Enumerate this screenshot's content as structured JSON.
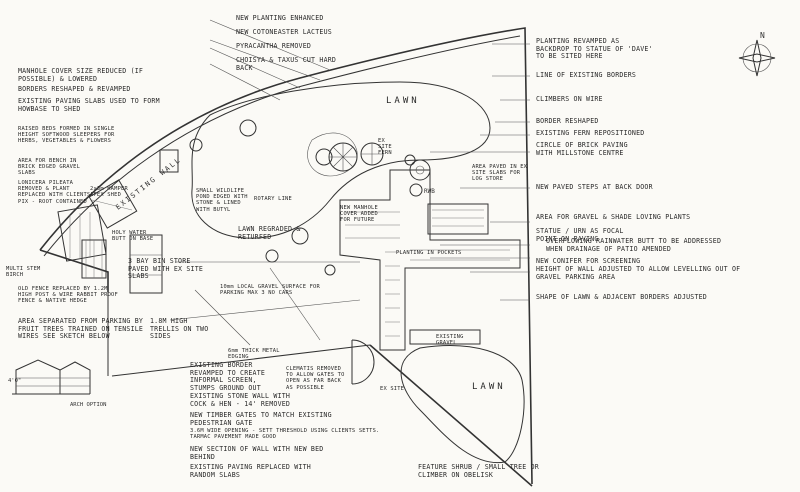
{
  "drawing": {
    "north": "N",
    "wall_label": "EXISTING WALL",
    "lawn_upper": "LAWN",
    "lawn_lower": "LAWN",
    "rwb": "RWB",
    "fence_mark": "4'0\"",
    "sketch_caption": "ARCH OPTION"
  },
  "left_notes": [
    "MANHOLE COVER SIZE REDUCED (IF POSSIBLE) & LOWERED",
    "BORDERS RESHAPED & REVAMPED",
    "EXISTING PAVING SLABS USED TO FORM HOWBASE TO SHED",
    "RAISED BEDS FORMED IN SINGLE HEIGHT SOFTWOOD SLEEPERS FOR HERBS, VEGETABLES & FLOWERS",
    "AREA FOR BENCH IN BRICK EDGED GRAVEL SLABS",
    "LONICERA PILEATA REMOVED & PLANT REPLACED WITH CLIENTS PIX - ROOT CONTAINED",
    "MULTI STEM BIRCH",
    "OLD FENCE REPLACED BY 1.2M HIGH POST & WIRE RABBIT PROOF FENCE & NATIVE HEDGE",
    "AREA SEPARATED FROM PARKING BY FRUIT TREES TRAINED ON TENSILE WIRES SEE SKETCH BELOW"
  ],
  "top_notes": [
    "NEW PLANTING ENHANCED",
    "NEW COTONEASTER LACTEUS",
    "PYRACANTHA REMOVED",
    "CHOISYA & TAXUS CUT HARD BACK"
  ],
  "right_notes": [
    "PLANTING REVAMPED AS BACKDROP TO STATUE OF 'DAVE' TO BE SITED HERE",
    "LINE OF EXISTING BORDERS",
    "CLIMBERS ON WIRE",
    "BORDER RESHAPED",
    "EXISTING FERN REPOSITIONED",
    "CIRCLE OF BRICK PAVING WITH MILLSTONE CENTRE",
    "AREA PAVED IN EX SITE SLABS FOR LOG STORE",
    "NEW PAVED STEPS AT BACK DOOR",
    "AREA FOR GRAVEL & SHADE LOVING PLANTS",
    "STATUE / URN AS FOCAL POINT ON PAVING",
    "OVERFLOWING RAINWATER BUTT TO BE ADDRESSED WHEN DRAINAGE OF PATIO AMENDED",
    "NEW CONIFER FOR SCREENING",
    "HEIGHT OF WALL ADJUSTED TO ALLOW LEVELLING OUT OF GRAVEL PARKING AREA",
    "SHAPE OF LAWN & ADJACENT BORDERS ADJUSTED",
    "EXISTING GRAVEL"
  ],
  "center_notes": [
    "SMALL WILDLIFE POND EDGED WITH STONE & LINED WITH BUTYL",
    "ROTARY LINE",
    "LAWN REGRADED & RETURFED",
    "NEW MANHOLE COVER ADDED FOR FUTURE",
    "EX SITE FERN",
    "PLANTING IN POCKETS",
    "2x3m HAMPER APEX SHED",
    "HOLY WATER BUTT ON BASE",
    "3 BAY BIN STORE PAVED WITH EX SITE SLABS",
    "10mm LOCAL GRAVEL SURFACE FOR PARKING MAX 3 NO CARS",
    "1.8M HIGH TRELLIS ON TWO SIDES",
    "6mm THICK METAL EDGING",
    "CLEMATIS REMOVED TO ALLOW GATES TO OPEN AS FAR BACK AS POSSIBLE",
    "EX SITE"
  ],
  "bottom_notes": [
    "EXISTING BORDER REVAMPED TO CREATE INFORMAL SCREEN, STUMPS GROUND OUT",
    "EXISTING STONE WALL WITH COCK & HEN - 14' REMOVED",
    "NEW TIMBER GATES TO MATCH EXISTING PEDESTRIAN GATE",
    "3.6M WIDE OPENING - SETT THRESHOLD USING CLIENTS SETTS. TARMAC PAVEMENT MADE GOOD",
    "NEW SECTION OF WALL WITH NEW BED BEHIND",
    "EXISTING PAVING REPLACED WITH RANDOM SLABS",
    "FEATURE SHRUB / SMALL TREE OR CLIMBER ON OBELISK"
  ]
}
